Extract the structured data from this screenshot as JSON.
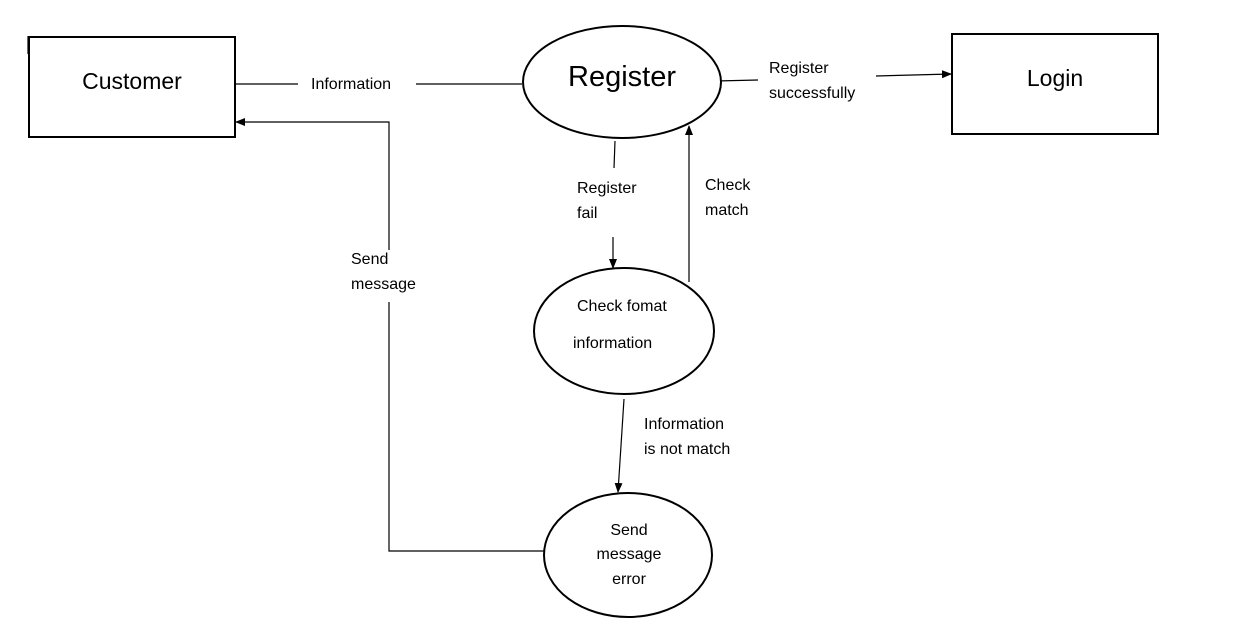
{
  "nodes": {
    "customer": {
      "label": "Customer"
    },
    "register": {
      "label": "Register"
    },
    "login": {
      "label": "Login"
    },
    "check_format": {
      "line1": "Check fomat",
      "line2": "information"
    },
    "send_error": {
      "line1": "Send",
      "line2": "message",
      "line3": "error"
    }
  },
  "flows": {
    "information": {
      "label": "Information"
    },
    "register_successfully": {
      "line1": "Register",
      "line2": "successfully"
    },
    "register_fail": {
      "line1": "Register",
      "line2": "fail"
    },
    "check_match": {
      "line1": "Check",
      "line2": "match"
    },
    "information_not_match": {
      "line1": "Information",
      "line2": "is not match"
    },
    "send_message": {
      "line1": "Send",
      "line2": "message"
    }
  }
}
